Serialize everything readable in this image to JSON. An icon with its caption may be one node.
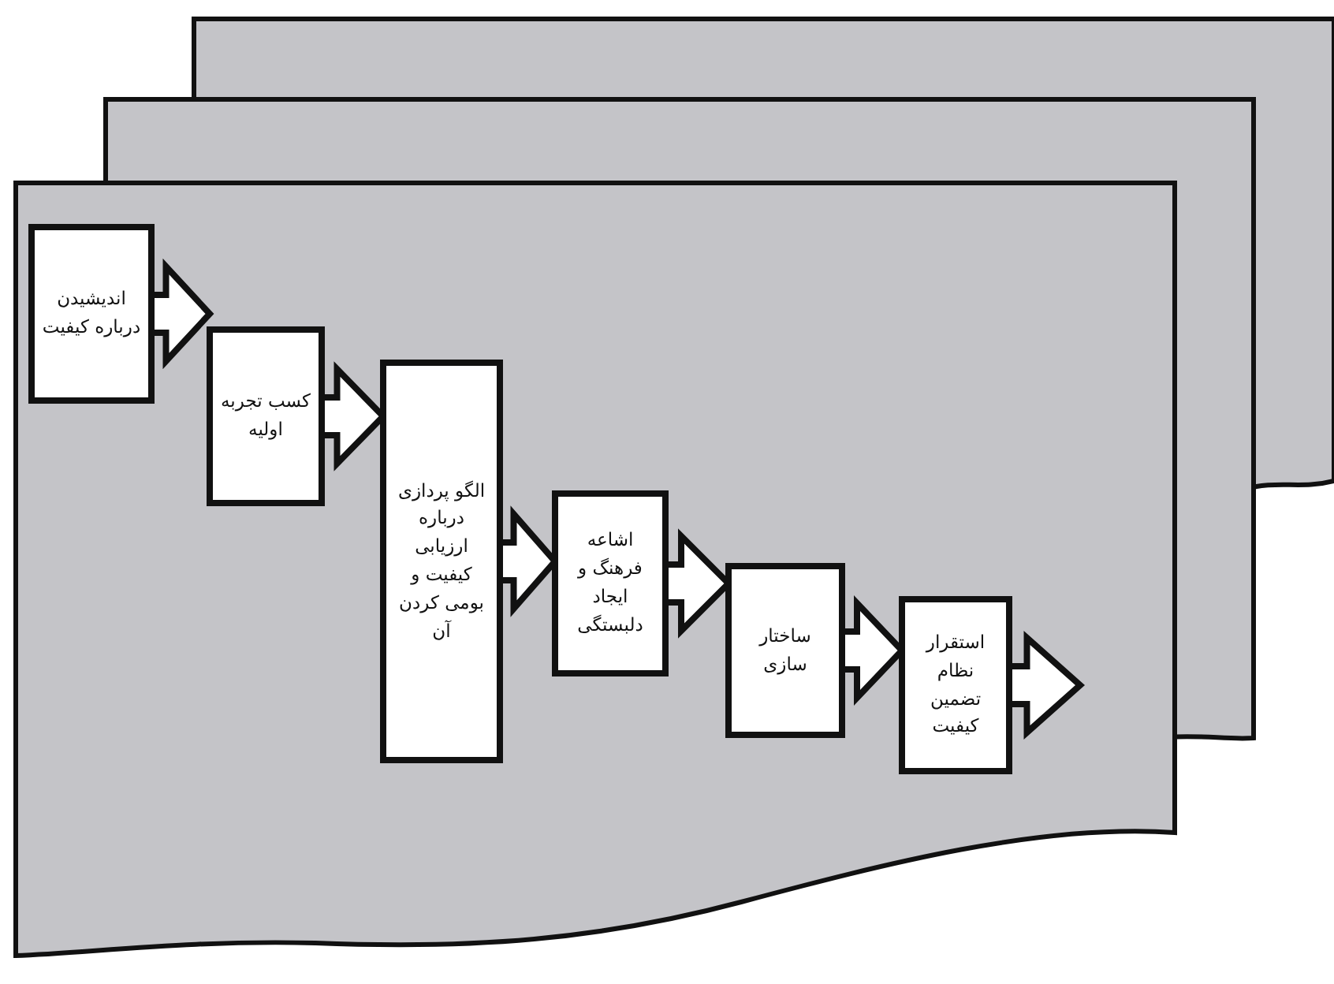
{
  "diagram": {
    "nodes": [
      {
        "text": [
          "اندیشیدن درباره کیفیت"
        ]
      },
      {
        "text": [
          "کسب تجربه اولیه"
        ]
      },
      {
        "text": [
          "الگو پردازی درباره ارزیابی کیفیت و بومی کردن آن"
        ]
      },
      {
        "text": [
          "اشاعه فرهنگ و ایجاد دلبستگی"
        ]
      },
      {
        "text": [
          "ساختار سازی"
        ]
      },
      {
        "text": [
          "استقرار نظام تضمین کیفیت"
        ]
      }
    ],
    "edges": [
      {
        "from": 0,
        "to": 1,
        "arrow": "to"
      },
      {
        "from": 1,
        "to": 2,
        "arrow": "to"
      },
      {
        "from": 2,
        "to": 3,
        "arrow": "to"
      },
      {
        "from": 3,
        "to": 4,
        "arrow": "to"
      },
      {
        "from": 4,
        "to": 5,
        "arrow": "to"
      },
      {
        "from": 5,
        "to": null,
        "arrow": "to"
      }
    ]
  }
}
